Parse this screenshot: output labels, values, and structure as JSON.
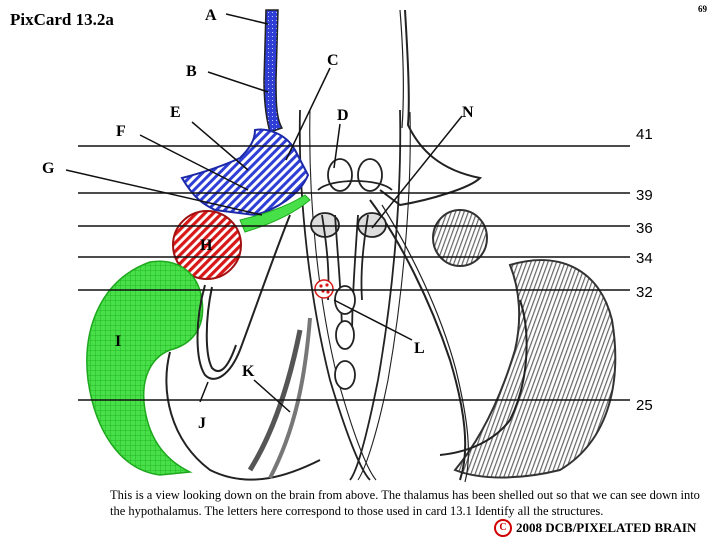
{
  "title": "PixCard 13.2a",
  "page_number": "69",
  "labels": {
    "A": "A",
    "B": "B",
    "C": "C",
    "D": "D",
    "E": "E",
    "F": "F",
    "G": "G",
    "H": "H",
    "I": "I",
    "J": "J",
    "K": "K",
    "L": "L",
    "N": "N"
  },
  "levels": [
    "41",
    "39",
    "36",
    "34",
    "32",
    "25"
  ],
  "caption": "This is a view looking down on the brain from above. The thalamus has been shelled out so that we can see down into the hypothalamus. The letters here correspond to those used in card 13.1 Identify all the structures.",
  "copyright": {
    "symbol": "C",
    "text": "2008  DCB/PIXELATED BRAIN"
  },
  "colors": {
    "blue_region": "#2f3fd6",
    "green_region": "#38d838",
    "red_region": "#d81818",
    "outline": "#222222",
    "copyright_mark": "#d00000"
  }
}
